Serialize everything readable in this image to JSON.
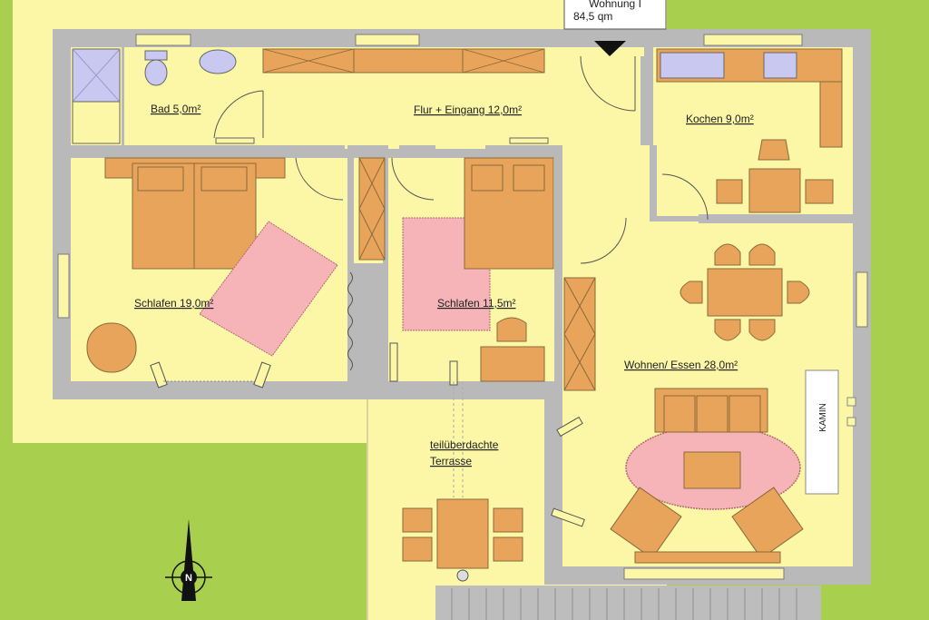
{
  "title": {
    "line1": "Wohnung I",
    "line2": "84,5 qm"
  },
  "rooms": {
    "bad": "Bad 5,0m²",
    "flur": "Flur + Eingang 12,0m²",
    "kochen": "Kochen 9,0m²",
    "schlafen_gross": "Schlafen 19,0m²",
    "schlafen_klein": "Schlafen 11,5m²",
    "wohnen": "Wohnen/ Essen 28,0m²",
    "terrasse_line1": "teilüberdachte",
    "terrasse_line2": "Terrasse"
  },
  "fixtures": {
    "kamin": "KAMIN"
  },
  "compass": {
    "letter": "N"
  },
  "colors": {
    "floor": "#fbf7a6",
    "grass": "#a9cf4e",
    "wall": "#b9b9b9",
    "furniture": "#e8a45a",
    "rug": "#f6b3b8",
    "outline": "#8a6a3a"
  }
}
